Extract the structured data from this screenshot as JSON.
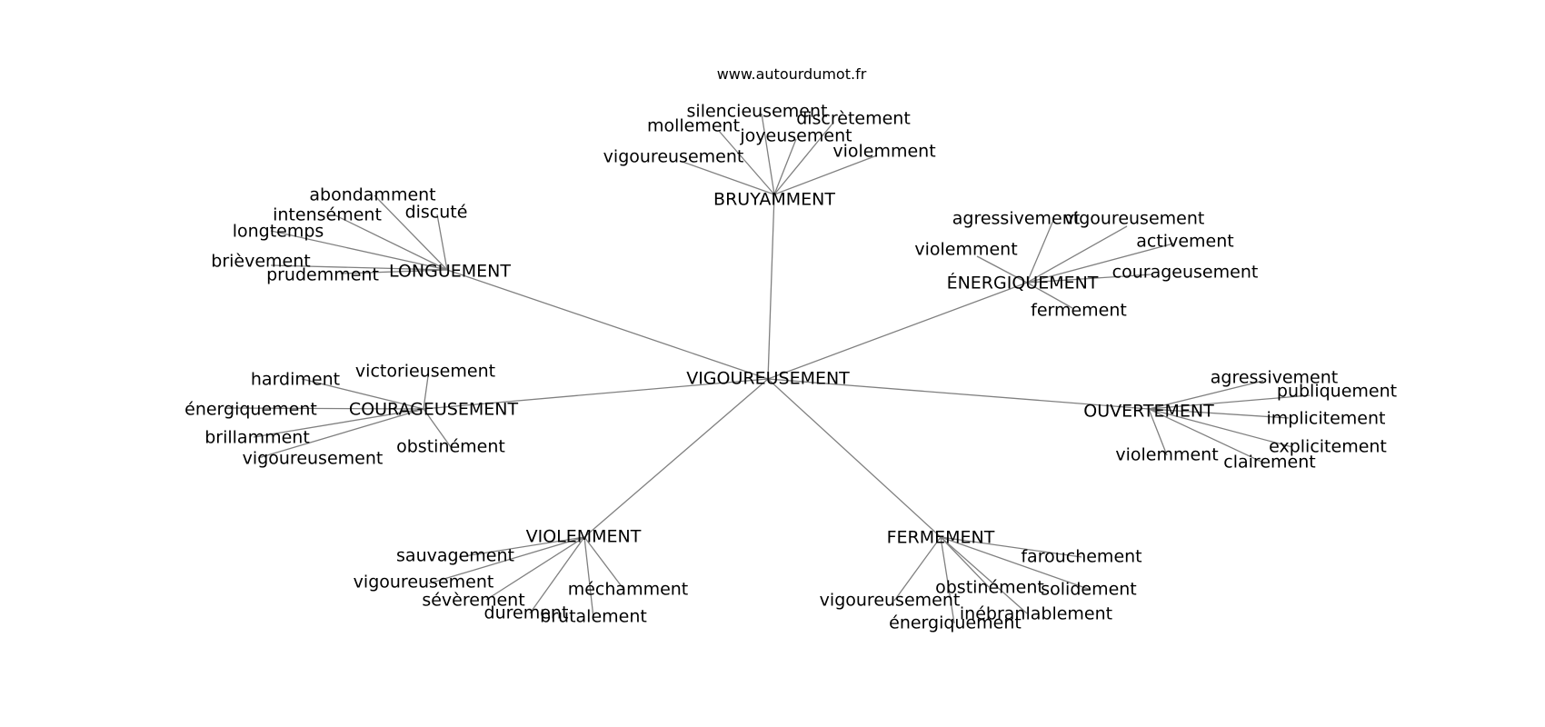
{
  "header": {
    "site": "www.autourdumot.fr"
  },
  "colors": {
    "edge": "#808080",
    "text": "#000000",
    "background": "#ffffff"
  },
  "graph": {
    "center": "VIGOUREUSEMENT",
    "hubs": [
      {
        "label": "BRUYAMMENT",
        "leaves": [
          "silencieusement",
          "mollement",
          "discrètement",
          "joyeusement",
          "vigoureusement",
          "violemment"
        ]
      },
      {
        "label": "LONGUEMENT",
        "leaves": [
          "abondamment",
          "intensément",
          "discuté",
          "longtemps",
          "brièvement",
          "prudemment"
        ]
      },
      {
        "label": "ÉNERGIQUEMENT",
        "leaves": [
          "agressivement",
          "vigoureusement",
          "violemment",
          "activement",
          "courageusement",
          "fermement"
        ]
      },
      {
        "label": "COURAGEUSEMENT",
        "leaves": [
          "hardiment",
          "victorieusement",
          "énergiquement",
          "brillamment",
          "vigoureusement",
          "obstinément"
        ]
      },
      {
        "label": "OUVERTEMENT",
        "leaves": [
          "agressivement",
          "publiquement",
          "implicitement",
          "explicitement",
          "violemment",
          "clairement"
        ]
      },
      {
        "label": "VIOLEMMENT",
        "leaves": [
          "sauvagement",
          "vigoureusement",
          "sévèrement",
          "méchamment",
          "durement",
          "brutalement"
        ]
      },
      {
        "label": "FERMEMENT",
        "leaves": [
          "farouchement",
          "obstinément",
          "solidement",
          "vigoureusement",
          "inébranlablement",
          "énergiquement"
        ]
      }
    ]
  }
}
